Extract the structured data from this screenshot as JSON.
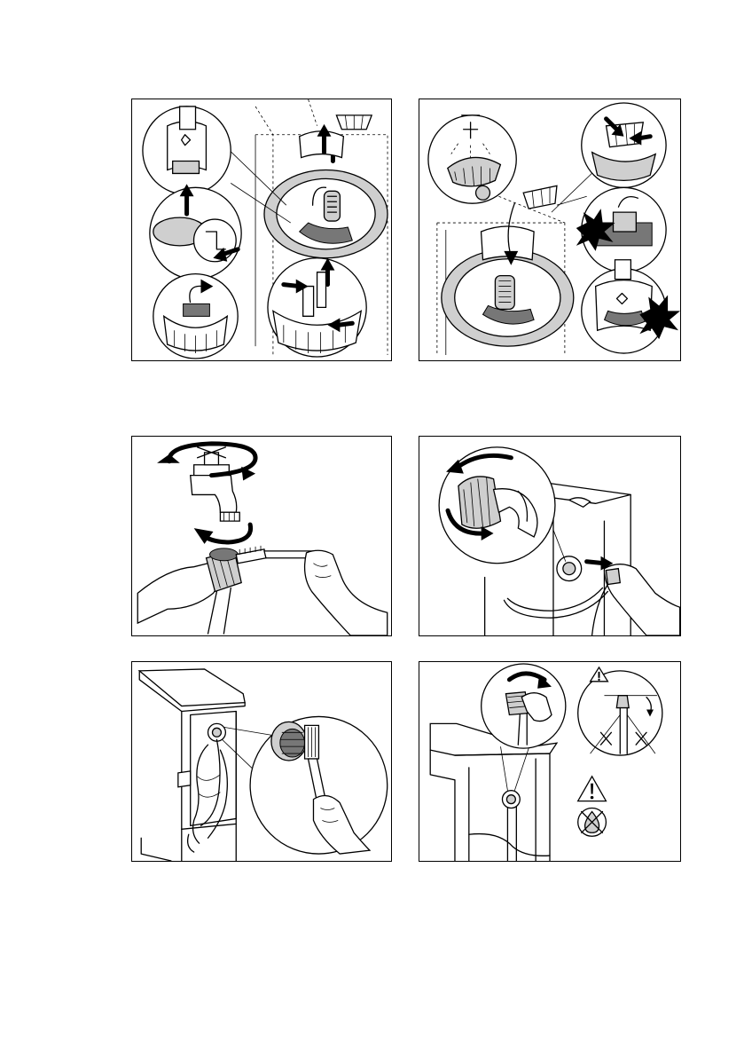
{
  "figures": [
    {
      "id": "fig-filter-removal",
      "icons": [
        "drum-opening-icon",
        "filter-basket-icon",
        "release-arrow-icon"
      ]
    },
    {
      "id": "fig-filter-rinse-refit",
      "icons": [
        "shower-head-icon",
        "filter-basket-icon",
        "click-burst-icon"
      ]
    },
    {
      "id": "fig-tap-filter-clean",
      "icons": [
        "tap-icon",
        "rotation-arrow-icon",
        "brush-icon"
      ]
    },
    {
      "id": "fig-hose-unscrew",
      "icons": [
        "hose-connector-icon",
        "rotation-arrow-icon"
      ]
    },
    {
      "id": "fig-inlet-filter-clean",
      "icons": [
        "appliance-back-icon",
        "brush-icon"
      ]
    },
    {
      "id": "fig-hose-reconnect",
      "icons": [
        "hose-connector-icon",
        "warning-triangle-icon",
        "no-leak-icon"
      ]
    }
  ],
  "colors": {
    "line": "#000000",
    "shade": "#cfcfcf",
    "dark": "#777777",
    "burst": "#000000",
    "background": "#ffffff"
  }
}
